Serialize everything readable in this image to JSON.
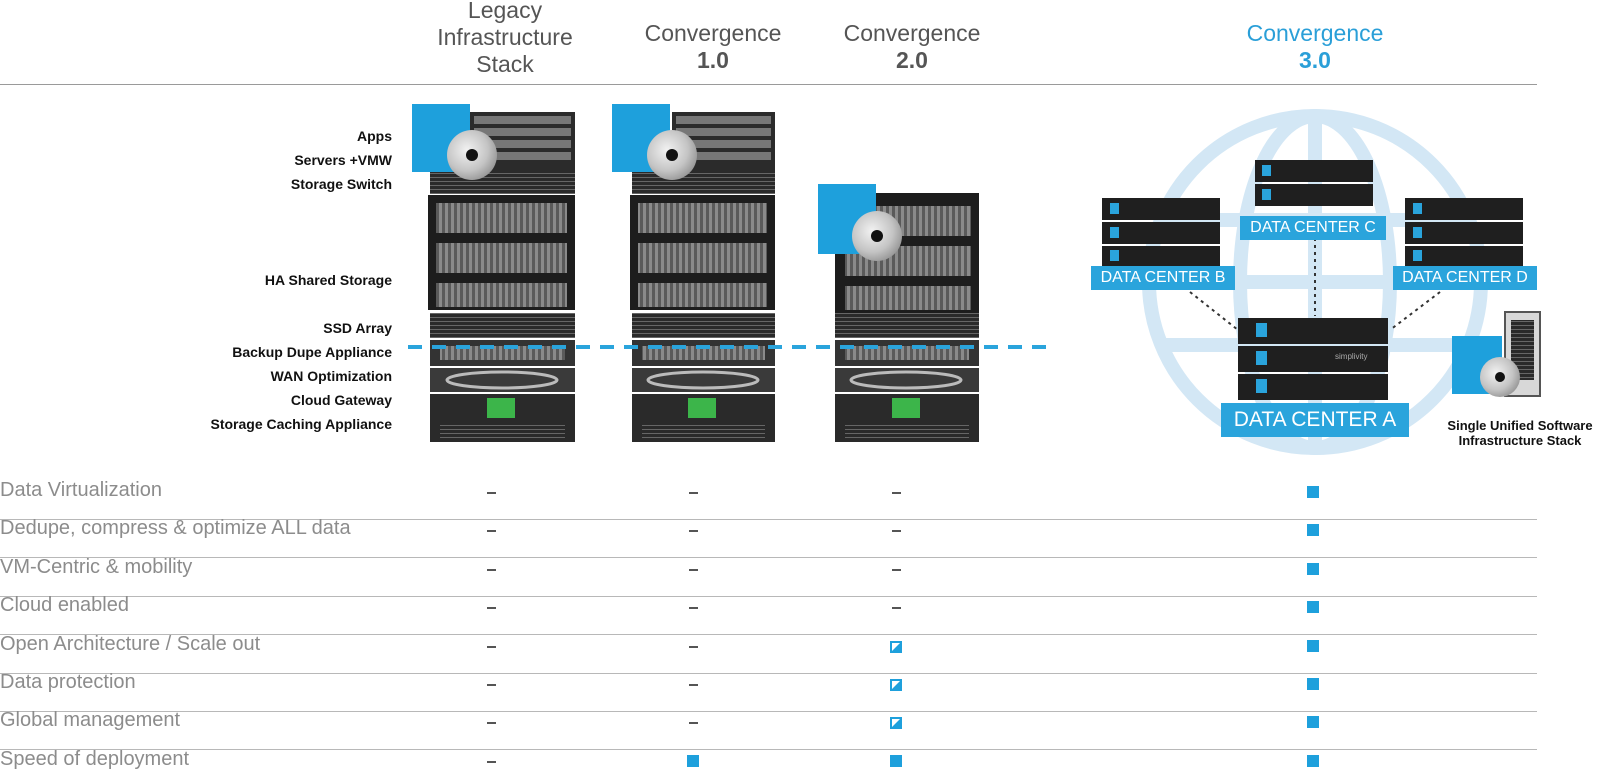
{
  "columns": {
    "legacy": {
      "line1": "Legacy",
      "line2": "Infrastructure",
      "line3": "Stack"
    },
    "c1": {
      "line1": "Convergence",
      "line2": "1.0"
    },
    "c2": {
      "line1": "Convergence",
      "line2": "2.0"
    },
    "c3": {
      "line1": "Convergence",
      "line2": "3.0"
    }
  },
  "stack_labels": [
    "Apps",
    "Servers +VMW",
    "Storage Switch",
    "HA Shared Storage",
    "SSD Array",
    "Backup Dupe Appliance",
    "WAN Optimization",
    "Cloud Gateway",
    "Storage Caching Appliance"
  ],
  "data_centers": {
    "a": "DATA CENTER A",
    "b": "DATA CENTER B",
    "c": "DATA CENTER C",
    "d": "DATA CENTER D"
  },
  "server_brand": "simplivity",
  "side_note": {
    "line1": "Single Unified Software",
    "line2": "Infrastructure Stack"
  },
  "features": [
    {
      "label": "Data Virtualization",
      "values": [
        "none",
        "none",
        "none",
        "full"
      ]
    },
    {
      "label": "Dedupe, compress & optimize ALL data",
      "values": [
        "none",
        "none",
        "none",
        "full"
      ]
    },
    {
      "label": "VM-Centric & mobility",
      "values": [
        "none",
        "none",
        "none",
        "full"
      ]
    },
    {
      "label": "Cloud enabled",
      "values": [
        "none",
        "none",
        "none",
        "full"
      ]
    },
    {
      "label": "Open Architecture / Scale out",
      "values": [
        "none",
        "none",
        "partial",
        "full"
      ]
    },
    {
      "label": "Data protection",
      "values": [
        "none",
        "none",
        "partial",
        "full"
      ]
    },
    {
      "label": "Global management",
      "values": [
        "none",
        "none",
        "partial",
        "full"
      ]
    },
    {
      "label": "Speed of deployment",
      "values": [
        "none",
        "full",
        "full",
        "full"
      ]
    }
  ],
  "colors": {
    "accent": "#2aa4dc",
    "globe": "#d3e7f5",
    "marker_full": "#1ea0dc",
    "appliance_green": "#3cb54a"
  }
}
